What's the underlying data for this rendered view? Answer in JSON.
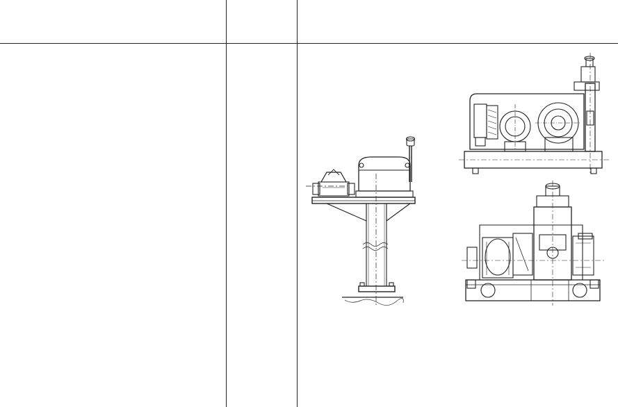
{
  "table": {
    "header": {
      "col1": "",
      "col2": "",
      "col3": ""
    },
    "body": {
      "col1": "",
      "col2": ""
    }
  },
  "figures": [
    {
      "name": "pedestal-mounted-winch-side-view"
    },
    {
      "name": "winch-top-view"
    },
    {
      "name": "winch-front-view"
    }
  ]
}
